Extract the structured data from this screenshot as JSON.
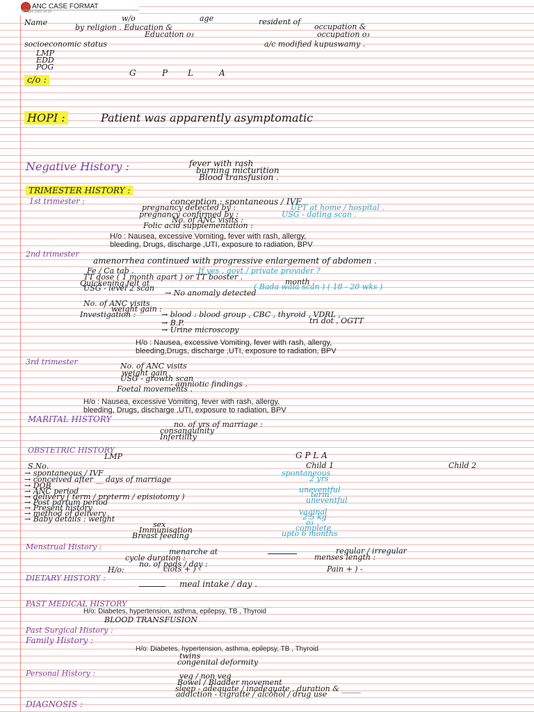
{
  "header": {
    "title": "ANC CASE FORMAT",
    "date": "29 April 2023    16:16",
    "record_icon": "record-dot-icon"
  },
  "intro": {
    "name": "Name",
    "wo": "w/o",
    "age": "age",
    "resident": "resident of",
    "religion": "by religion . Education &",
    "education": "Education o₃",
    "occupation": "occupation &",
    "occupation2": "occupation o₃",
    "socio": "socioeconomic status",
    "kuppuswamy": "a/c modified kupuswamy .",
    "lmp": "LMP",
    "edd": "EDD",
    "pog": "POG",
    "gpla": [
      "G",
      "P",
      "L",
      "A"
    ],
    "co": "c/o :"
  },
  "hopi": {
    "label": "HOPI :",
    "text": "Patient was apparently asymptomatic"
  },
  "negative_history": {
    "label": "Negative History :",
    "lines": [
      "fever with rash",
      "burning micturition",
      "Blood transfusion ."
    ]
  },
  "trimester": {
    "label": "TRIMESTER HISTORY :",
    "first": {
      "label": "1st trimester :",
      "conception": "conception : spontaneous / IVF",
      "detected": "pregnancy detected by :",
      "detected_note": "UPT at home / hospital .",
      "confirmed": "pregnancy confirmed by :",
      "confirmed_note": "USG - dating scan .",
      "anc": "No. of ANC visits :",
      "folic": "Folic acid supplementation :",
      "ho": "H/o : Nausea, excessive Vomiting, fever with rash, allergy,",
      "ho2": "bleeding, Drugs, discharge   ,UTI,     exposure to radiation,   BPV"
    },
    "second": {
      "label": "2nd trimester",
      "amenorrhea": "amenorrhea continued with progressive enlargement of abdomen .",
      "fe": "Fe / Ca tab .",
      "fe_note": "If yes , govt / private provider ?",
      "tt": "TT dose ( 1 month apart ) or TT booster .",
      "quickening": "Quickening felt at",
      "quickening_end": "month .",
      "usg": "USG - level 2 scan",
      "usg_note": "( Bada wala scan )  ( 18 - 20 wks )",
      "anomaly": "→ No anomaly detected",
      "anc": "No. of ANC visits",
      "weight": "weight gain :",
      "investigation": "Investigation :",
      "blood": "→ blood :  blood group , CBC , thyroid , VDRL ,",
      "blood2": "tri dot ,  OGTT",
      "bp": "→ B.P.",
      "urine": "→ Urine microscopy",
      "ho": "H/o : Nausea, excessive Vomiting, fever with rash, allergy,",
      "ho2": "bleeding,Drugs, discharge   ,UTI,     exposure to radiation,   BPV"
    },
    "third": {
      "label": "3rd trimester",
      "anc": "No. of ANC visits",
      "weight": "weight gain",
      "usg": "USG - growth scan",
      "amniotic": "- amniotic findings .",
      "foetal": "Foetal movements .",
      "ho": "H/o : Nausea, excessive Vomiting, fever with rash, allergy,",
      "ho2": "bleeding, Drugs, discharge  ,UTI,     exposure to radiation,   BPV"
    }
  },
  "marital": {
    "label": "MARITAL HISTORY",
    "lines": [
      "no. of yrs of marriage :",
      "consanguinity",
      "Infertility"
    ]
  },
  "obstetric": {
    "label": "OBSTETRIC HISTORY",
    "lmp": "LMP",
    "gpla": "G  P  L  A",
    "sno": "S.No.",
    "child1": "Child 1",
    "child2": "Child 2",
    "rows": [
      {
        "label": "→ spontaneous / IVF",
        "value": "spontaneous"
      },
      {
        "label": "→ conceived after __ days of marriage",
        "value": "2 yrs"
      },
      {
        "label": "→ DOB",
        "value": ""
      },
      {
        "label": "→ ANC period",
        "value": "uneventful"
      },
      {
        "label": "→ delivery ( term / preterm / episiotomy )",
        "value": "term"
      },
      {
        "label": "→ Post partum period",
        "value": "uneventful"
      },
      {
        "label": "→ Present history",
        "value": ""
      },
      {
        "label": "→ method of delivery",
        "value": "vaginal"
      },
      {
        "label": "→ Baby details :  weight",
        "value": "2.5 kg"
      },
      {
        "label": "sex",
        "value": "o₃"
      },
      {
        "label": "Immunisation",
        "value": "complete"
      },
      {
        "label": "Breast feeding",
        "value": "upto 6 months"
      }
    ]
  },
  "menstrual": {
    "label": "Menstrual History :",
    "menarche": "menarche at",
    "regular": "regular / irregular",
    "cycle": "cycle duration :",
    "menses": "menses length :",
    "pads": "no. of pads / day :",
    "ho": "H/o:",
    "clots": "clots  + ) -",
    "pain": "Pain  + ) -"
  },
  "dietary": {
    "label": "DIETARY HISTORY :",
    "text": "meal intake / day ."
  },
  "past_medical": {
    "label": "PAST MEDICAL HISTORY",
    "ho": "H/o: Diabetes,  hypertension,   asthma, epilepsy, TB , Thyroid",
    "blood": "BLOOD TRANSFUSION"
  },
  "past_surgical": {
    "label": "Past Surgical History :"
  },
  "family": {
    "label": "Family History :",
    "ho": "H/o: Diabetes,   hypertension,   asthma, epilepsy, TB , Thyroid",
    "twins": "twins",
    "congenital": "congenital deformity"
  },
  "personal": {
    "label": "Personal History :",
    "veg": "veg / non veg",
    "bowel": "Bowel / Bladder movement",
    "sleep": "sleep - adequate / inadequate  , duration & _____",
    "addiction": "addiction - cigratte / alcohol / drug use"
  },
  "diagnosis": {
    "label": "DIAGNOSIS :"
  }
}
